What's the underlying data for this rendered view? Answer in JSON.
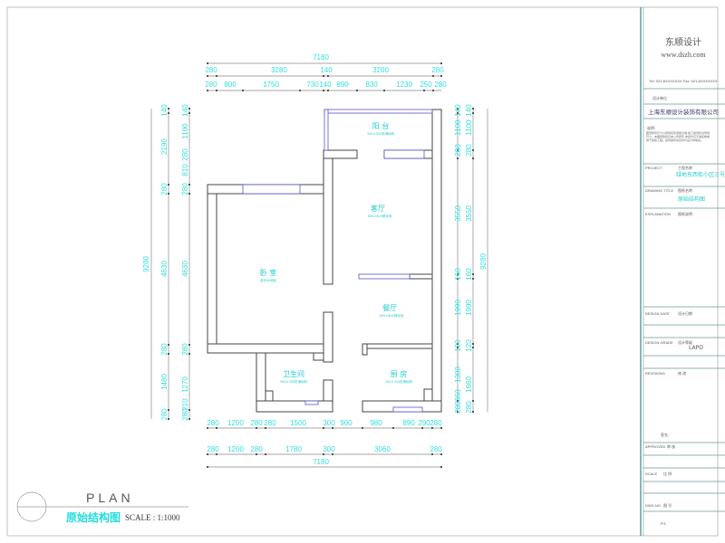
{
  "title_block": {
    "company_cn_logo": "东顺设计",
    "website": "www.dszh.com",
    "company_note": "Tel: 021-6XXXXXXX  Fax: 021-6XXXXXXX",
    "client_label": "设计单位",
    "company_full": "上海东顺设计装饰有限公司",
    "notes_label": "说明:",
    "notes_text": "图纸所有尺寸以现场实际测量为准,施工前须核对现场尺寸。本图纸版权归本公司所有,未经许可不得复制或用于其他工程。如有疑问请及时与设计师联系。",
    "project_label": "PROJECT",
    "project_sub": "工程名称",
    "project_value": "绿地东西街小区三号楼五单元",
    "drawing_title_label": "DRAWING TITLE",
    "drawing_title_sub": "图纸名称",
    "drawing_title_value": "原始结构图",
    "explanation_label": "EXPLANATION",
    "explanation_sub": "图纸说明",
    "design_date_label": "DESIGN DATE",
    "design_date_sub": "设计日期",
    "design_grade_label": "DESIGN GRADE",
    "design_grade_sub": "设计等级",
    "design_grade_value": "LAPD",
    "revisions_label": "REVISIONS",
    "revisions_sub": "修  改",
    "sign_label": "签名:",
    "approved_label": "APPROVED",
    "approved_sub": "审 核",
    "scale_label": "SCALE",
    "scale_sub": "比 例",
    "dwg_no_label": "DWG.NO",
    "dwg_no_sub": "图 号",
    "dwg_no_value": "P.3"
  },
  "plan_label": {
    "title_en": "PLAN",
    "title_cn": "原始结构图",
    "scale": "SCALE : 1:1000"
  },
  "rooms": [
    {
      "name": "阳  台",
      "floor": "300×300防滑地砖"
    },
    {
      "name": "客厅",
      "floor": "600×600玻化砖"
    },
    {
      "name": "卧  室",
      "floor": "复合木地板"
    },
    {
      "name": "餐厅",
      "floor": "600×600玻化砖"
    },
    {
      "name": "卫生间",
      "floor": "300×300防滑地砖"
    },
    {
      "name": "厨  房",
      "floor": "300×300防滑地砖"
    }
  ],
  "dimensions": {
    "top_total": "7180",
    "top_row1": [
      "280",
      "3280",
      "140",
      "3200",
      "280"
    ],
    "top_row2": [
      "280",
      "800",
      "1750",
      "730",
      "140",
      "890",
      "830",
      "1230",
      "250",
      "280"
    ],
    "left_total": "9280",
    "left_col1": [
      "140",
      "2190",
      "280",
      "4630",
      "280",
      "1480",
      "280"
    ],
    "left_col2": [
      "140",
      "1100",
      "280",
      "810",
      "280",
      "4630",
      "280",
      "1270",
      "280",
      "210"
    ],
    "right_col1": [
      "140",
      "1100",
      "280",
      "3550",
      "160",
      "1990",
      "120",
      "1300",
      "360",
      "280"
    ],
    "right_col2": [
      "140",
      "1100",
      "280",
      "3550",
      "160",
      "1990",
      "120",
      "1660",
      "280"
    ],
    "right_total": "9280",
    "bottom_row1": [
      "280",
      "1200",
      "280",
      "280",
      "1500",
      "300",
      "900",
      "980",
      "890",
      "290",
      "280"
    ],
    "bottom_row2": [
      "280",
      "1200",
      "280",
      "1780",
      "300",
      "3060",
      "280"
    ],
    "bottom_total": "7180"
  },
  "colors": {
    "dimension": "#33dddd",
    "wall": "#444444",
    "window": "#5555cc"
  }
}
